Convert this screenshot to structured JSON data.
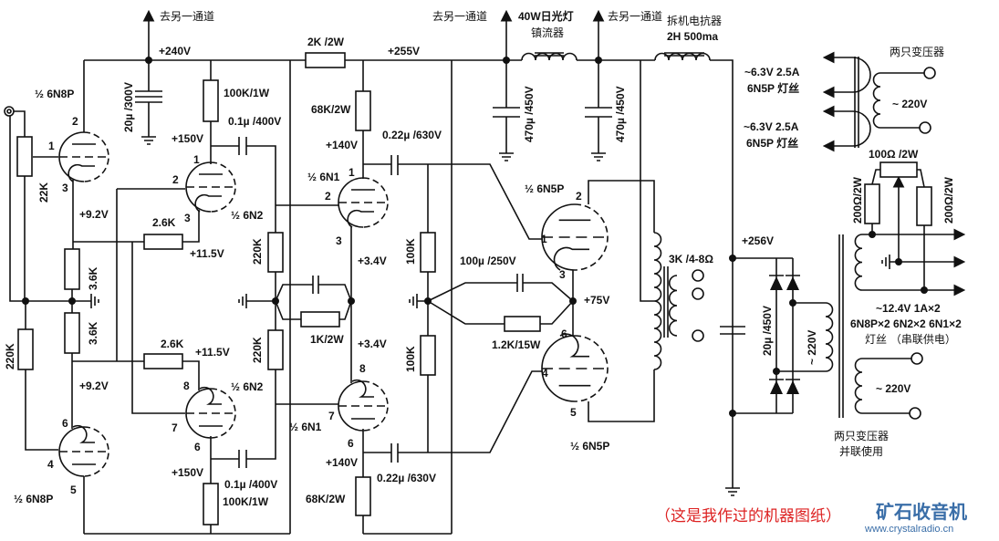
{
  "labels": {
    "to_other_channel": "去另一通道",
    "v240": "+240V",
    "c_20u_300v": "20µ /300V",
    "v1": "½ 6N8P",
    "r_22k": "22K",
    "r_100k_1w": "100K/1W",
    "c_01u_400v": "0.1µ /400V",
    "v150": "+150V",
    "v2": "½ 6N2",
    "v9_2": "+9.2V",
    "r_2_6k": "2.6K",
    "v11_5": "+11.5V",
    "r_220k": "220K",
    "r_2k_2w": "2K /2W",
    "v255": "+255V",
    "r_68k_2w": "68K/2W",
    "v140": "+140V",
    "c_022u_630v": "0.22µ /630V",
    "v3": "½ 6N1",
    "v3_4": "+3.4V",
    "r_100k": "100K",
    "r_3_6k": "3.6K",
    "r_1k_2w": "1K/2W",
    "ballast_1": "40W日光灯",
    "ballast_2": "镇流器",
    "c_470u_450v": "470µ /450V",
    "choke_1": "拆机电抗器",
    "choke_2": "2H  500ma",
    "fil_63": "~6.3V  2.5A",
    "fil_6n5p": "6N5P 灯丝",
    "two_transformers": "两只变压器",
    "ac220": "~ 220V",
    "pot_100": "100Ω /2W",
    "r_200": "200Ω/2W",
    "v7": "½ 6N5P",
    "c_100u_250v": "100µ /250V",
    "out_tx": "3K /4-8Ω",
    "v256": "+256V",
    "v75": "+75V",
    "r_1_2k_15w": "1.2K/15W",
    "c_20u_450v": "20µ /450V",
    "fil_124": "~12.4V  1A×2",
    "fil_tubes": "6N8P×2  6N2×2  6N1×2",
    "fil_series": "灯丝 （串联供电）",
    "parallel_use": "并联使用",
    "p1": "1",
    "p2": "2",
    "p3": "3",
    "p4": "4",
    "p5": "5",
    "p6": "6",
    "p7": "7",
    "p8": "8"
  },
  "note": "（这是我作过的机器图纸）",
  "watermark": {
    "brand": "矿石收音机",
    "url": "www.crystalradio.cn"
  },
  "colors": {
    "ink": "#111111",
    "note": "#dd2222",
    "watermark": "#3a6ea8"
  }
}
